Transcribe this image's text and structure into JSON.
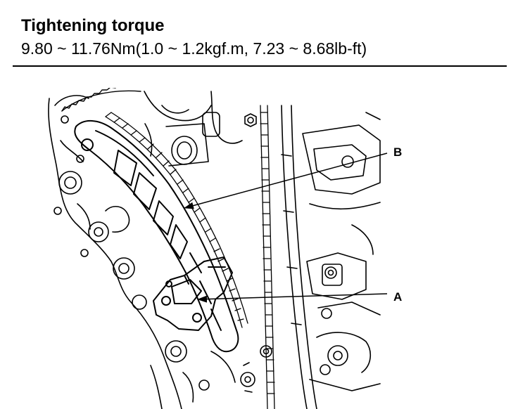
{
  "spec": {
    "heading": "Tightening torque",
    "value": "9.80 ~ 11.76Nm(1.0 ~ 1.2kgf.m, 7.23 ~ 8.68lb-ft)"
  },
  "callouts": {
    "b": "B",
    "a": "A"
  },
  "colors": {
    "ink": "#000000",
    "paper": "#ffffff"
  }
}
